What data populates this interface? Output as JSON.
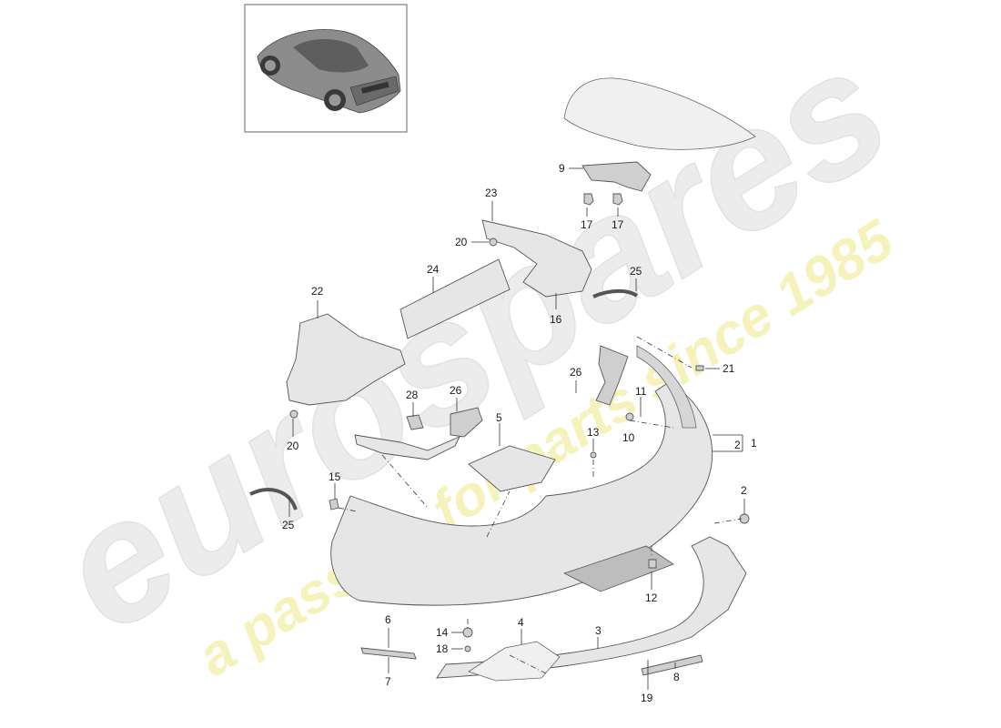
{
  "watermark": {
    "brand": "eurospares",
    "tagline": "a passion for parts since 1985",
    "brand_color": "#e9e9e9",
    "tagline_color": "#f3f1a8"
  },
  "thumbnail": {
    "icon": "car-thumbnail-icon"
  },
  "callouts": [
    {
      "id": "c1",
      "label": "1"
    },
    {
      "id": "c2a",
      "label": "2"
    },
    {
      "id": "c2b",
      "label": "2"
    },
    {
      "id": "c3",
      "label": "3"
    },
    {
      "id": "c4",
      "label": "4"
    },
    {
      "id": "c5",
      "label": "5"
    },
    {
      "id": "c6",
      "label": "6"
    },
    {
      "id": "c7",
      "label": "7"
    },
    {
      "id": "c8",
      "label": "8"
    },
    {
      "id": "c9",
      "label": "9"
    },
    {
      "id": "c10",
      "label": "10"
    },
    {
      "id": "c11",
      "label": "11"
    },
    {
      "id": "c12",
      "label": "12"
    },
    {
      "id": "c13",
      "label": "13"
    },
    {
      "id": "c14",
      "label": "14"
    },
    {
      "id": "c15",
      "label": "15"
    },
    {
      "id": "c16",
      "label": "16"
    },
    {
      "id": "c17a",
      "label": "17"
    },
    {
      "id": "c17b",
      "label": "17"
    },
    {
      "id": "c18",
      "label": "18"
    },
    {
      "id": "c19",
      "label": "19"
    },
    {
      "id": "c20a",
      "label": "20"
    },
    {
      "id": "c20b",
      "label": "20"
    },
    {
      "id": "c21",
      "label": "21"
    },
    {
      "id": "c22",
      "label": "22"
    },
    {
      "id": "c23",
      "label": "23"
    },
    {
      "id": "c24",
      "label": "24"
    },
    {
      "id": "c25a",
      "label": "25"
    },
    {
      "id": "c25b",
      "label": "25"
    },
    {
      "id": "c26a",
      "label": "26"
    },
    {
      "id": "c26b",
      "label": "26"
    },
    {
      "id": "c28",
      "label": "28"
    }
  ]
}
